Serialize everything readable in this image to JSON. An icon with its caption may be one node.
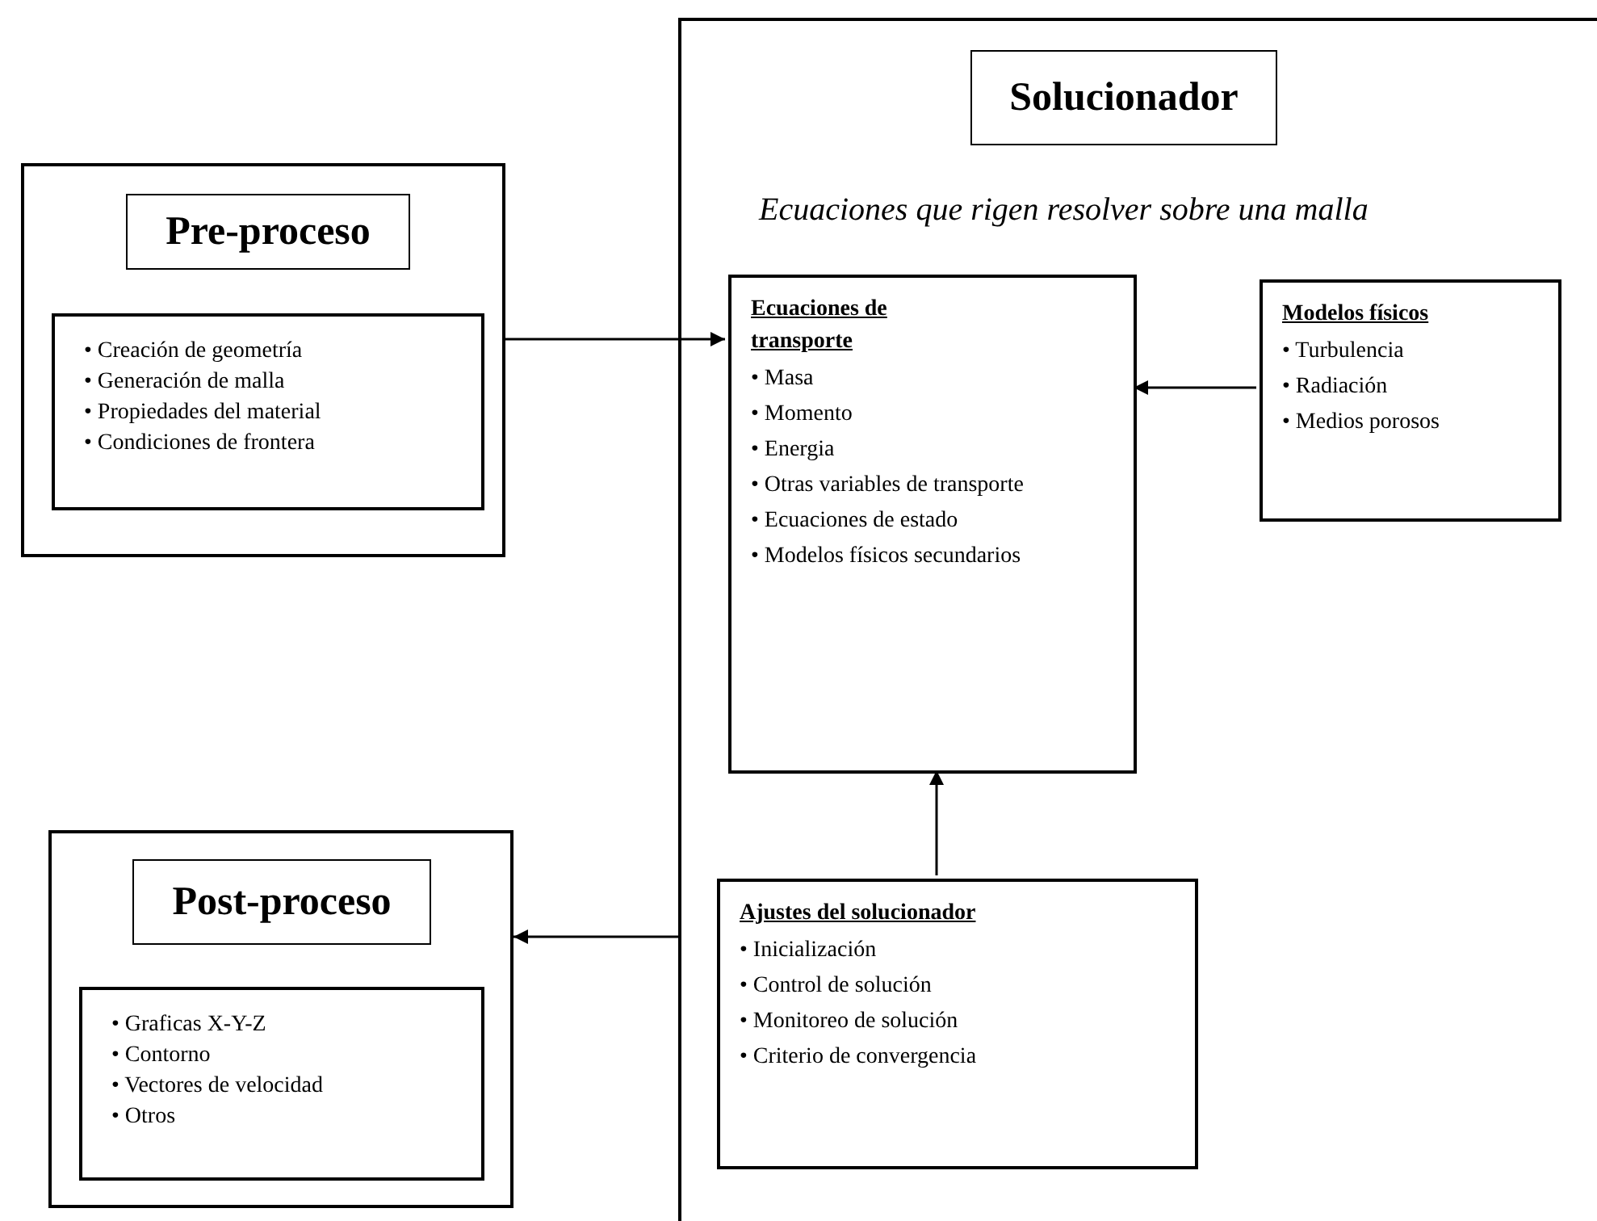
{
  "diagram": {
    "nodes": [
      {
        "text": [],
        "shape": "box"
      },
      {
        "text": [
          "Pre-proceso"
        ],
        "in": 0
      },
      {
        "text": [
          "• Creación de geometría",
          "• Generación de malla",
          "• Propiedades del material",
          "• Condiciones de frontera"
        ],
        "in": 0
      },
      {
        "text": [],
        "shape": "box"
      },
      {
        "text": [
          "Solucionador"
        ],
        "in": 3
      },
      {
        "text": [
          "Ecuaciones de transporte",
          "• Masa",
          "• Momento",
          "• Energia",
          "• Otras variables de transporte",
          "• Ecuaciones de estado",
          "• Modelos físicos secundarios"
        ],
        "in": 3
      },
      {
        "text": [
          "Modelos físicos",
          "• Turbulencia",
          "• Radiación",
          "• Medios porosos"
        ],
        "in": 3
      },
      {
        "text": [
          "Ajustes del solucionador",
          "• Inicialización",
          "• Control de solución",
          "• Monitoreo de solución",
          "• Criterio de convergencia"
        ],
        "in": 3
      },
      {
        "text": [],
        "shape": "box"
      },
      {
        "text": [
          "Post-proceso"
        ],
        "in": 8
      },
      {
        "text": [
          "• Graficas X-Y-Z",
          "• Contorno",
          "• Vectores de velocidad",
          "• Otros"
        ],
        "in": 8
      }
    ],
    "edges": [
      {
        "from": 0,
        "to": 5,
        "arrow": "to"
      },
      {
        "from": 6,
        "to": 5,
        "arrow": "to"
      },
      {
        "from": 7,
        "to": 5,
        "arrow": "to"
      },
      {
        "from": 3,
        "to": 8,
        "arrow": "to"
      }
    ],
    "labels": [
      "Ecuaciones que rigen resolver sobre una malla"
    ]
  }
}
